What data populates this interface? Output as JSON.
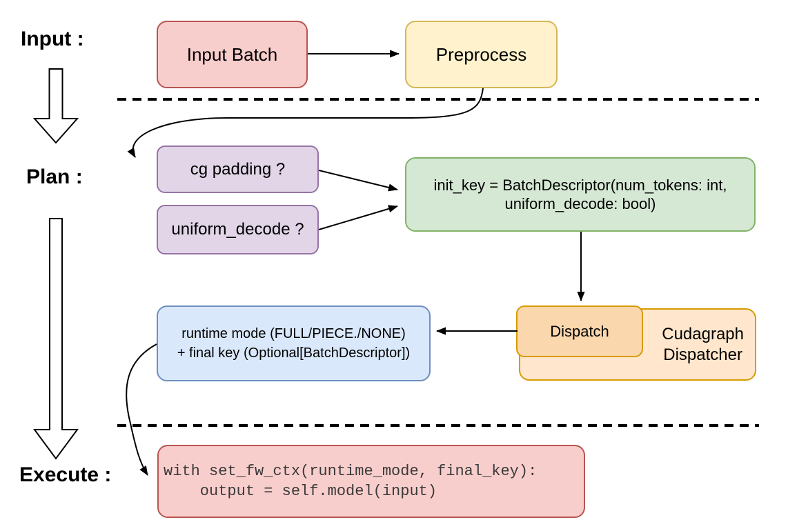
{
  "diagram": {
    "stage_labels": {
      "input": "Input :",
      "plan": "Plan :",
      "execute": "Execute :"
    },
    "nodes": {
      "input_batch": {
        "label": "Input Batch"
      },
      "preprocess": {
        "label": "Preprocess"
      },
      "cg_padding": {
        "label": "cg padding ?"
      },
      "uniform_decode": {
        "label": "uniform_decode ?"
      },
      "init_key": {
        "lines": [
          "init_key = BatchDescriptor(num_tokens: int,",
          "uniform_decode: bool)"
        ]
      },
      "runtime_mode": {
        "lines": [
          "runtime mode (FULL/PIECE./NONE)",
          "+ final key (Optional[BatchDescriptor])"
        ]
      },
      "dispatch": {
        "label": "Dispatch"
      },
      "cudagraph_dispatcher": {
        "lines": [
          "Cudagraph",
          "Dispatcher"
        ]
      },
      "execute_code": {
        "lines": [
          "with set_fw_ctx(runtime_mode, final_key):",
          "    output = self.model(input)"
        ]
      }
    },
    "colors": {
      "red_fill": "#f8cecc",
      "red_stroke": "#b85450",
      "yellow_fill": "#fff2cc",
      "yellow_stroke": "#d6b656",
      "purple_fill": "#e1d5e7",
      "purple_stroke": "#9673a6",
      "green_fill": "#d5e8d4",
      "green_stroke": "#82b366",
      "blue_fill": "#dae8fc",
      "blue_stroke": "#6c8ebf",
      "orange_outer_fill": "#ffe6cc",
      "orange_inner_fill": "#fad7ac",
      "orange_stroke": "#d79b00",
      "arrow_color": "#000000"
    }
  }
}
